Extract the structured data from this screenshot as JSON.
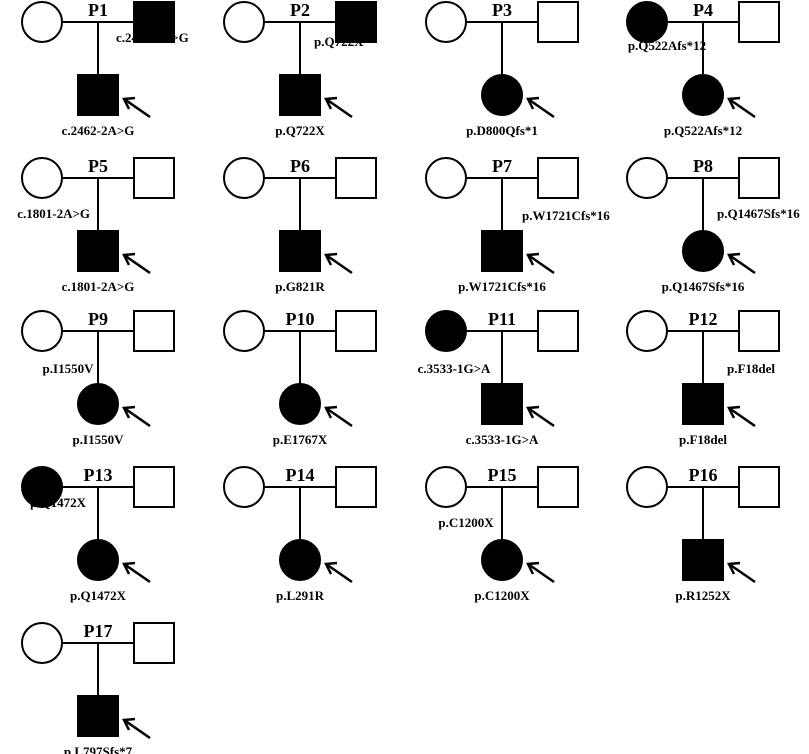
{
  "pedigrees": [
    {
      "id": "P1",
      "father_affected": true,
      "mother_affected": false,
      "proband_sex": "male",
      "father_variant": "c.2462-2A>G",
      "mother_variant": "",
      "proband_variant": "c.2462-2A>G"
    },
    {
      "id": "P2",
      "father_affected": true,
      "mother_affected": false,
      "proband_sex": "male",
      "father_variant": "p.Q722X",
      "mother_variant": "",
      "proband_variant": "p.Q722X"
    },
    {
      "id": "P3",
      "father_affected": false,
      "mother_affected": false,
      "proband_sex": "female",
      "father_variant": "",
      "mother_variant": "",
      "proband_variant": "p.D800Qfs*1"
    },
    {
      "id": "P4",
      "father_affected": false,
      "mother_affected": true,
      "proband_sex": "female",
      "father_variant": "",
      "mother_variant": "p.Q522Afs*12",
      "proband_variant": "p.Q522Afs*12"
    },
    {
      "id": "P5",
      "father_affected": false,
      "mother_affected": false,
      "proband_sex": "male",
      "father_variant": "",
      "mother_variant": "c.1801-2A>G",
      "proband_variant": "c.1801-2A>G"
    },
    {
      "id": "P6",
      "father_affected": false,
      "mother_affected": false,
      "proband_sex": "male",
      "father_variant": "",
      "mother_variant": "",
      "proband_variant": "p.G821R"
    },
    {
      "id": "P7",
      "father_affected": false,
      "mother_affected": false,
      "proband_sex": "male",
      "father_variant": "p.W1721Cfs*16",
      "mother_variant": "",
      "proband_variant": "p.W1721Cfs*16"
    },
    {
      "id": "P8",
      "father_affected": false,
      "mother_affected": false,
      "proband_sex": "female",
      "father_variant": "p.Q1467Sfs*16",
      "mother_variant": "",
      "proband_variant": "p.Q1467Sfs*16"
    },
    {
      "id": "P9",
      "father_affected": false,
      "mother_affected": false,
      "proband_sex": "female",
      "father_variant": "",
      "mother_variant": "p.I1550V",
      "proband_variant": "p.I1550V"
    },
    {
      "id": "P10",
      "father_affected": false,
      "mother_affected": false,
      "proband_sex": "female",
      "father_variant": "",
      "mother_variant": "",
      "proband_variant": "p.E1767X"
    },
    {
      "id": "P11",
      "father_affected": false,
      "mother_affected": true,
      "proband_sex": "male",
      "father_variant": "",
      "mother_variant": "c.3533-1G>A",
      "proband_variant": "c.3533-1G>A"
    },
    {
      "id": "P12",
      "father_affected": false,
      "mother_affected": false,
      "proband_sex": "male",
      "father_variant": "p.F18del",
      "mother_variant": "",
      "proband_variant": "p.F18del"
    },
    {
      "id": "P13",
      "father_affected": false,
      "mother_affected": true,
      "proband_sex": "female",
      "father_variant": "",
      "mother_variant": "p.Q1472X",
      "proband_variant": "p.Q1472X"
    },
    {
      "id": "P14",
      "father_affected": false,
      "mother_affected": false,
      "proband_sex": "female",
      "father_variant": "",
      "mother_variant": "",
      "proband_variant": "p.L291R"
    },
    {
      "id": "P15",
      "father_affected": false,
      "mother_affected": false,
      "proband_sex": "female",
      "father_variant": "",
      "mother_variant": "p.C1200X",
      "proband_variant": "p.C1200X"
    },
    {
      "id": "P16",
      "father_affected": false,
      "mother_affected": false,
      "proband_sex": "male",
      "father_variant": "",
      "mother_variant": "",
      "proband_variant": "p.R1252X"
    },
    {
      "id": "P17",
      "father_affected": false,
      "mother_affected": false,
      "proband_sex": "male",
      "father_variant": "",
      "mother_variant": "",
      "proband_variant": "p.L797Sfs*7"
    }
  ]
}
